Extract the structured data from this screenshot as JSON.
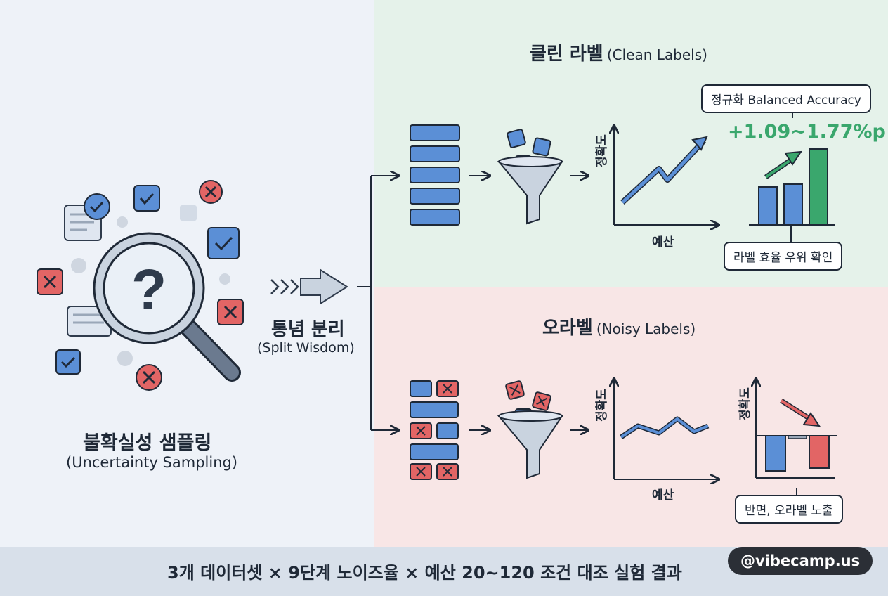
{
  "left": {
    "title_ko": "불확실성 샘플링",
    "title_en": "(Uncertainty Sampling)"
  },
  "middle": {
    "title_ko": "통념 분리",
    "title_en": "(Split Wisdom)"
  },
  "clean": {
    "title_ko": "클린 라벨",
    "title_en": "(Clean Labels)",
    "y_label": "정확도",
    "x_label": "예산",
    "callout_top": "정규화 Balanced Accuracy",
    "gain": "+1.09~1.77%p",
    "callout_bottom": "라벨 효율 우위 확인",
    "accent": "#3aa76d"
  },
  "noisy": {
    "title_ko": "오라벨",
    "title_en": "(Noisy Labels)",
    "y_label": "정확도",
    "x_label": "예산",
    "bar_y_label": "정확도",
    "callout_bottom": "반면, 오라벨 노출",
    "accent": "#d9534f"
  },
  "footer": {
    "caption": "3개 데이터셋 × 9단계 노이즈율 × 예산 20~120 조건 대조 실험 결과",
    "watermark": "@vibecamp.us"
  },
  "colors": {
    "blue": "#5b8fd6",
    "red": "#e26565",
    "green": "#3aa76d",
    "navy": "#2f4f7f"
  }
}
